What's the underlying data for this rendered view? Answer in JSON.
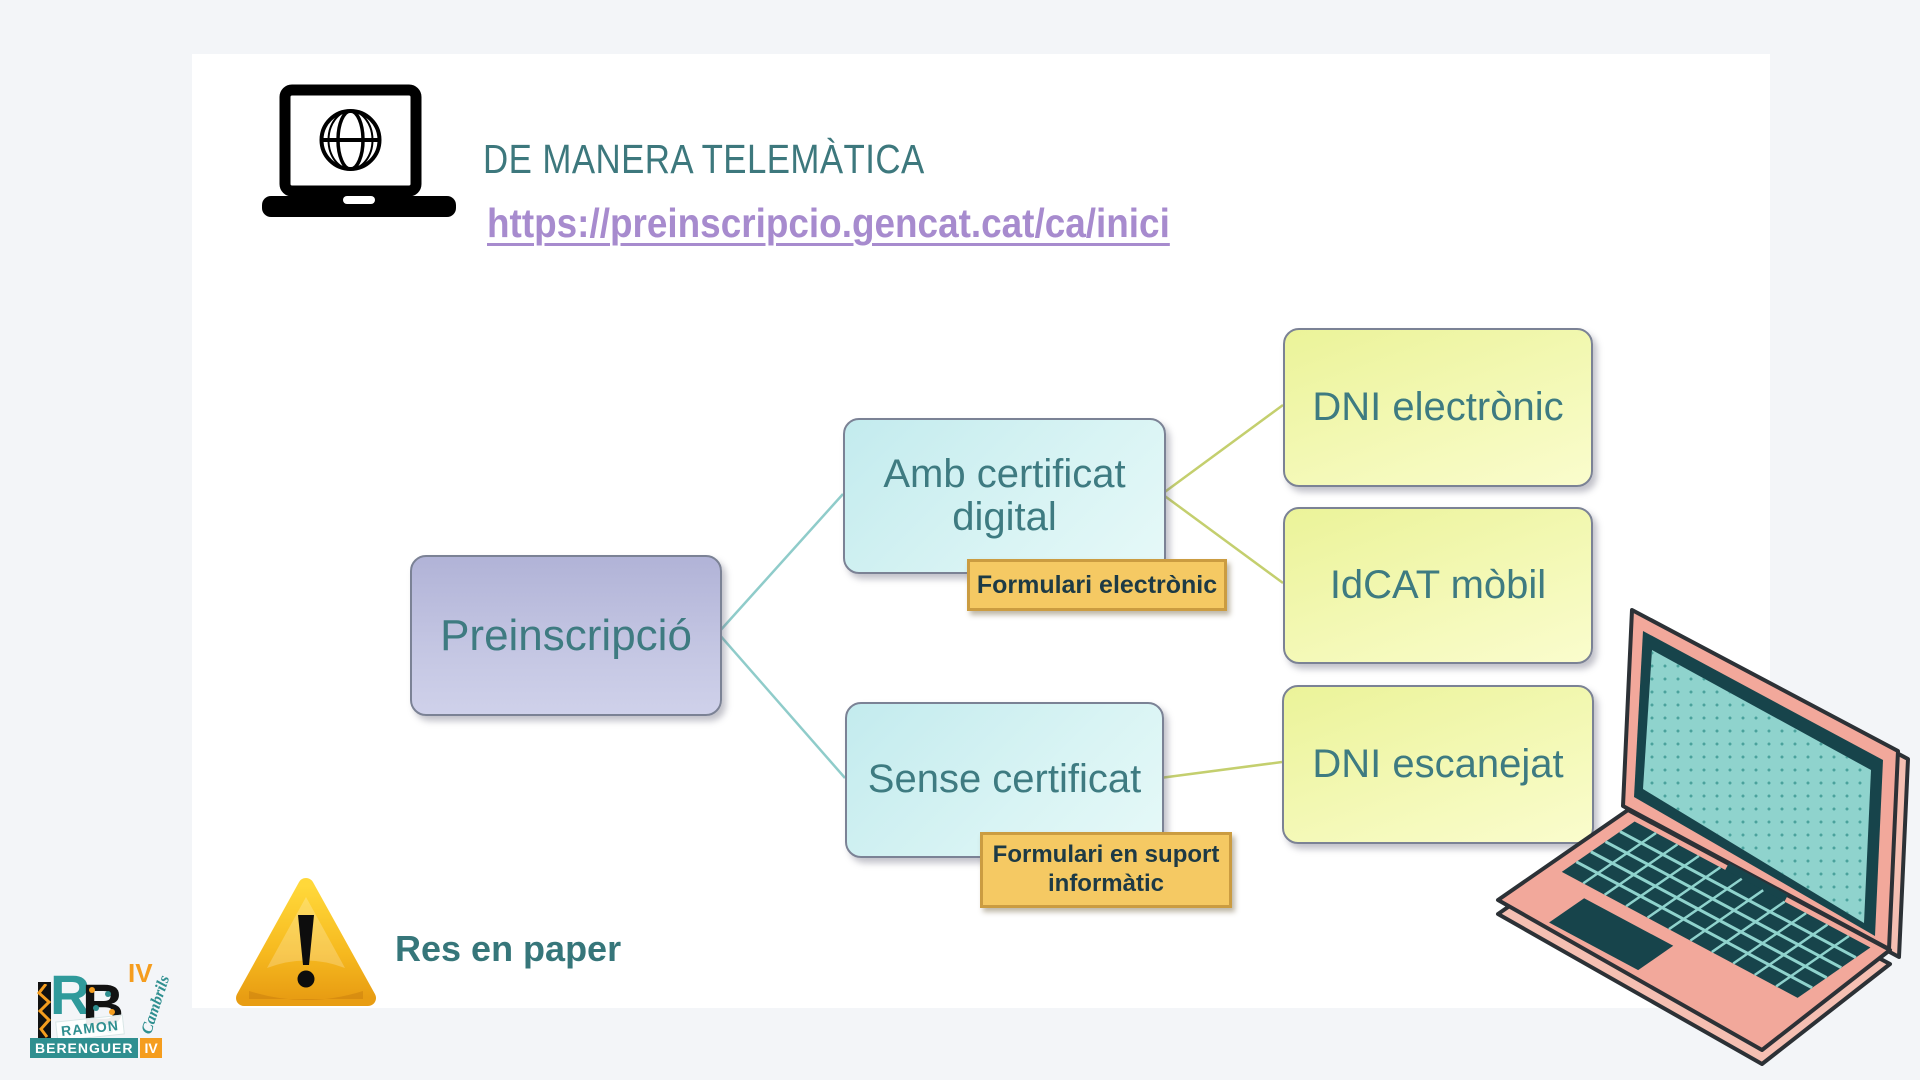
{
  "palette": {
    "title_teal": "#3D787D",
    "link_purple": "#A78BCE",
    "node_text_teal": "#3E7B81",
    "lavender_box": "#BCBEDD",
    "cyan_box": "#D2F0F2",
    "yellow_box": "#F1F7A6",
    "gold_tag": "#F5C963",
    "gold_tag_border": "#CB9C41",
    "teal_connector": "#8FCCCA",
    "olive_connector": "#C4CF6E",
    "warning_yellow": "#F6BE1F",
    "laptop_pink": "#F2A89B",
    "laptop_teal_dark": "#17444B",
    "laptop_teal_light": "#8FD3CD"
  },
  "header": {
    "title": "DE MANERA TELEMÀTICA",
    "url": "https://preinscripcio.gencat.cat/ca/inici"
  },
  "diagram": {
    "root": {
      "label": "Preinscripció"
    },
    "branch_digital": {
      "label": "Amb certificat digital",
      "tag": "Formulari electrònic"
    },
    "branch_nocert": {
      "label": "Sense certificat",
      "tag": "Formulari en suport informàtic"
    },
    "leaf_dni_electronic": {
      "label": "DNI electrònic"
    },
    "leaf_idcat": {
      "label": "IdCAT mòbil"
    },
    "leaf_dni_escanejat": {
      "label": "DNI escanejat"
    }
  },
  "footer": {
    "warning_text": "Res en paper"
  },
  "logo": {
    "letter_r": "R",
    "letter_b": "B",
    "roman_iv": "IV",
    "name_line1": "RAMON",
    "name_line2": "BERENGUER",
    "name_line2_numeral": "IV",
    "city": "Cambrils"
  }
}
